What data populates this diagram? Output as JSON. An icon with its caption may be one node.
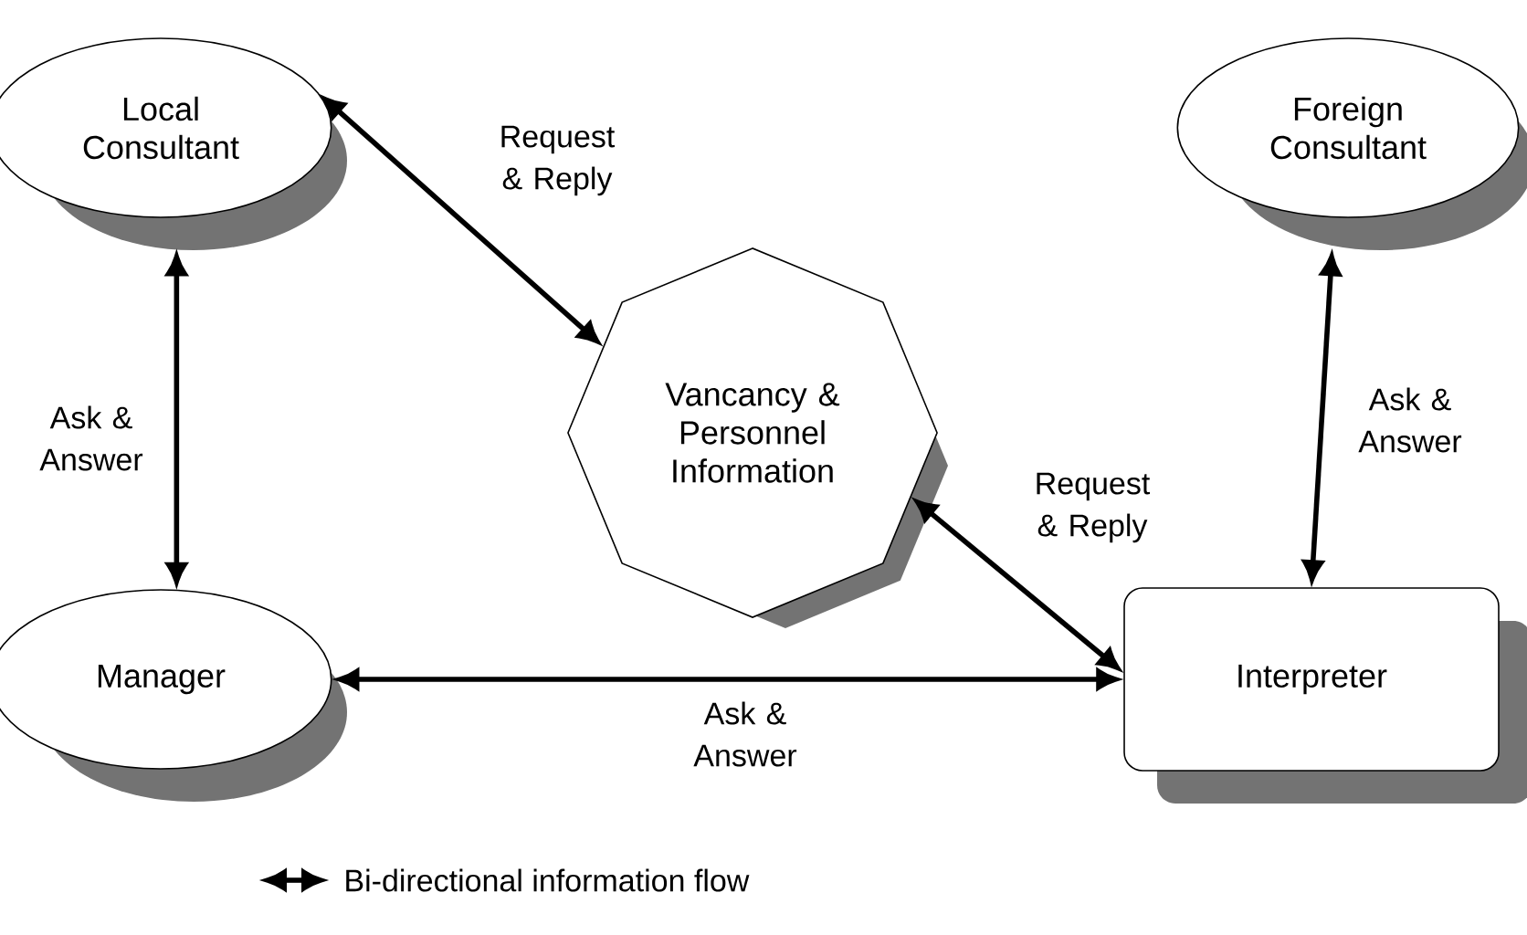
{
  "diagram": {
    "nodes": [
      {
        "text": [
          "Local Consultant"
        ]
      },
      {
        "text": [
          "Foreign Consultant"
        ]
      },
      {
        "text": [
          "Vancancy & Personnel Information"
        ]
      },
      {
        "text": [
          "Manager"
        ]
      },
      {
        "text": [
          "Interpreter"
        ]
      }
    ],
    "edges": [
      {
        "from": 0,
        "to": 2,
        "arrow": "both",
        "label": "Request & Reply"
      },
      {
        "from": 0,
        "to": 3,
        "arrow": "both",
        "label": "Ask & Answer"
      },
      {
        "from": 1,
        "to": 4,
        "arrow": "both",
        "label": "Ask & Answer"
      },
      {
        "from": 2,
        "to": 4,
        "arrow": "both",
        "label": "Request & Reply"
      },
      {
        "from": 3,
        "to": 4,
        "arrow": "both",
        "label": "Ask & Answer"
      }
    ],
    "legend": [
      {
        "text": "Bi-directional information flow"
      }
    ]
  }
}
